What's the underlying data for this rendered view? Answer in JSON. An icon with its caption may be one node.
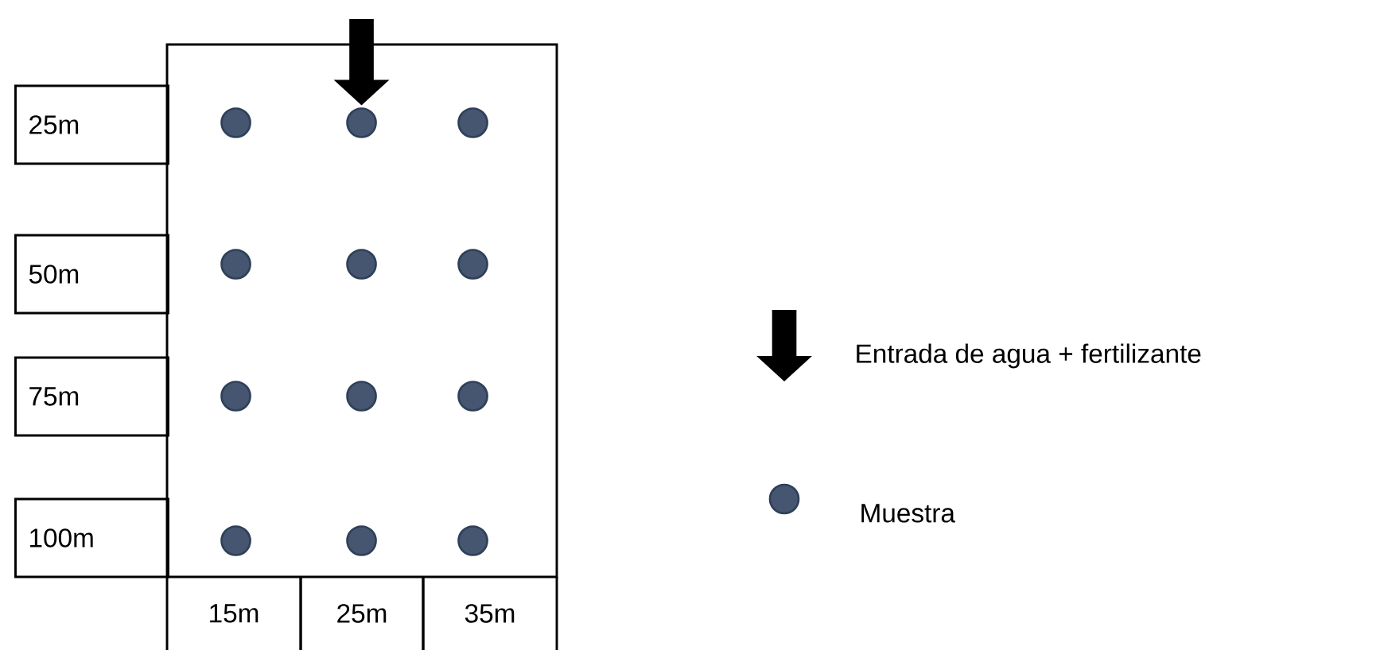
{
  "diagram": {
    "nodes": [
      {
        "text": [],
        "shape": "box"
      },
      {
        "text": [],
        "shape": "circle",
        "in": 0
      },
      {
        "text": [],
        "shape": "circle",
        "in": 0
      },
      {
        "text": [],
        "shape": "circle",
        "in": 0
      },
      {
        "text": [],
        "shape": "circle",
        "in": 0
      },
      {
        "text": [],
        "shape": "circle",
        "in": 0
      },
      {
        "text": [],
        "shape": "circle",
        "in": 0
      },
      {
        "text": [],
        "shape": "circle",
        "in": 0
      },
      {
        "text": [],
        "shape": "circle",
        "in": 0
      },
      {
        "text": [],
        "shape": "circle",
        "in": 0
      },
      {
        "text": [],
        "shape": "circle",
        "in": 0
      },
      {
        "text": [],
        "shape": "circle",
        "in": 0
      },
      {
        "text": [],
        "shape": "circle",
        "in": 0
      },
      {
        "text": [
          "25m"
        ]
      },
      {
        "text": [
          "50m"
        ]
      },
      {
        "text": [
          "75m"
        ]
      },
      {
        "text": [
          "100m"
        ]
      },
      {
        "text": [
          "15m"
        ]
      },
      {
        "text": [
          "25m"
        ]
      },
      {
        "text": [
          "35m"
        ]
      }
    ],
    "edges": [
      {
        "from": null,
        "to": 2,
        "arrow": "to"
      }
    ],
    "legend": [
      {
        "text": "Entrada de agua + fertilizante"
      },
      {
        "text": "Muestra"
      }
    ]
  }
}
